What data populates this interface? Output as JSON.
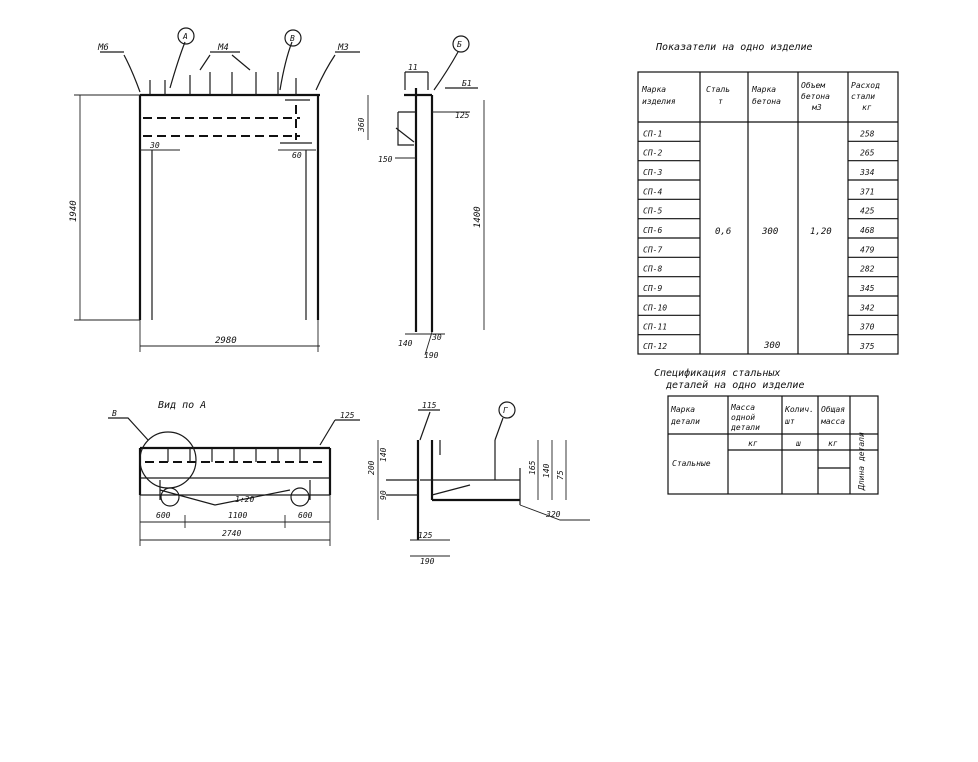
{
  "front_view": {
    "label_m6": "М6",
    "label_m4": "М4",
    "label_m3": "М3",
    "callout_a": "А",
    "callout_b": "В",
    "dim_height": "1940",
    "dim_width": "2980",
    "dim_inner_a": "30",
    "dim_inner_b": "60"
  },
  "side_view": {
    "callout": "Б",
    "label_top": "11",
    "label_b1": "Б1",
    "dim_a": "125",
    "dim_b": "150",
    "dim_c": "360",
    "dim_height": "1400",
    "dim_bottom_a": "140",
    "dim_bottom_b": "30",
    "dim_bottom_c": "190"
  },
  "section_view": {
    "title": "Вид по А",
    "label_a": "В",
    "label_b": "125",
    "dim_a": "600",
    "dim_b": "1100",
    "dim_c": "600",
    "dim_total": "2740",
    "dim_slope": "1:20"
  },
  "detail_view": {
    "label_a": "Г",
    "label_b": "115",
    "dim_a": "200",
    "dim_b": "140",
    "dim_c": "90",
    "dim_d": "165",
    "dim_e": "140",
    "dim_f": "75",
    "dim_g": "320"
  },
  "table1": {
    "title": "Показатели на одно изделие",
    "headers": [
      "Марка изделия",
      "Сталь т",
      "Марка бетона",
      "Объем бетона м3",
      "Расход стали кг"
    ],
    "marks": [
      "СП-1",
      "СП-2",
      "СП-3",
      "СП-4",
      "СП-5",
      "СП-6",
      "СП-7",
      "СП-8",
      "СП-9",
      "СП-10",
      "СП-11",
      "СП-12"
    ],
    "steel_col": "0,6",
    "concrete_grade": "300",
    "volume": "1,20",
    "concrete_last": "300",
    "steel_consumption": [
      "258",
      "265",
      "334",
      "371",
      "425",
      "468",
      "479",
      "282",
      "345",
      "342",
      "370",
      "375"
    ]
  },
  "table2": {
    "title_line1": "Спецификация стальных",
    "title_line2": "деталей на одно изделие",
    "headers": [
      "Марка детали",
      "Масса одной детали",
      "Количество шт",
      "Общая масса"
    ],
    "unit_mass": "кг",
    "unit_count": "ш",
    "unit_total": "кг",
    "row_label": "Стальные",
    "side_note": "Длина детали"
  }
}
